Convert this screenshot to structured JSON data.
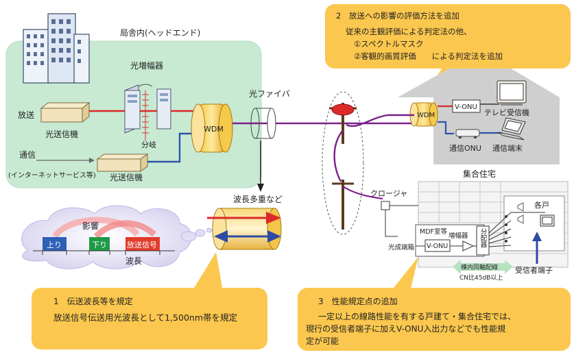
{
  "headend": {
    "title": "局舎内(ヘッドエンド)",
    "amp_label": "光増幅器",
    "branch_label": "分岐",
    "broadcast_label": "放送",
    "tx1_label": "光送信機",
    "comm_label": "通信",
    "internet_label": "(インターネットサービス等)",
    "tx2_label": "光送信機",
    "wdm_label": "WDM"
  },
  "fiber_label": "光ファイバ",
  "wdm_multiplex_label": "波長多重など",
  "spectrum": {
    "influence_label": "影響",
    "band_up": "上り",
    "band_down": "下り",
    "band_broadcast": "放送信号",
    "wavelength_label": "波長"
  },
  "callout1": {
    "title": "1　伝送波長等を規定",
    "body": "放送信号伝送用光波長として1,500nm帯を規定"
  },
  "callout2": {
    "title": "2　放送への影響の評価方法を追加",
    "line1": "従来の主観評価による判定法の他、",
    "line2": "①スペクトルマスク",
    "line3": "②客観的画質評価　　による判定法を追加"
  },
  "callout3": {
    "title": "3　性能規定点の追加",
    "line1": "一定以上の線路性能を有する戸建て・集合住宅では、",
    "line2": "現行の受信者端子に加えV-ONU入出力などでも性能規",
    "line3": "定が可能"
  },
  "house": {
    "wdm_label": "WDM",
    "vonu_label": "V-ONU",
    "tv_label": "テレビ受信機",
    "comm_onu_label": "通信ONU",
    "comm_terminal_label": "通信端末"
  },
  "apartment": {
    "title": "集合住宅",
    "closure_label": "クロージャ",
    "mdf_label": "MDF室等",
    "amp_label": "増幅器",
    "splitter_label": "分配器",
    "termination_label": "光成端箱",
    "vonu_label": "V-ONU",
    "each_home_label": "各戸",
    "coax_label": "棟内同軸配線",
    "cn_label": "CN比45dB以上",
    "receiver_label": "受信者端子"
  }
}
